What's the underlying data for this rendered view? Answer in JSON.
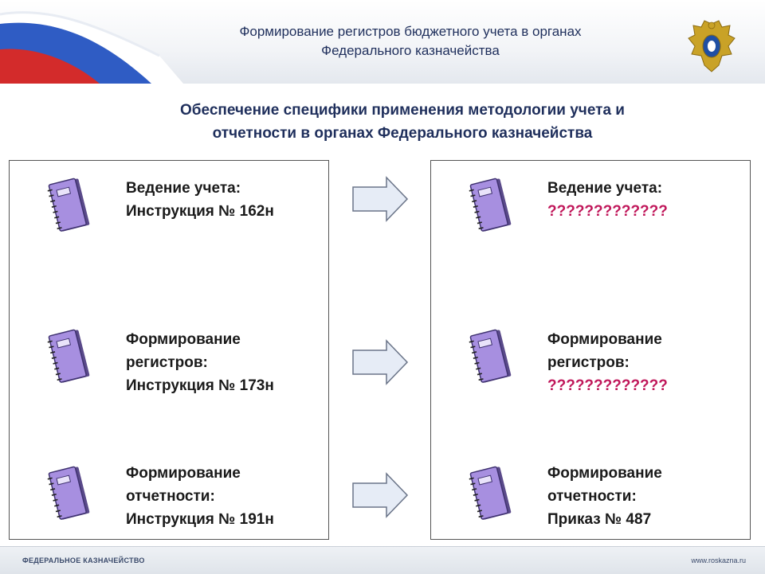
{
  "header": {
    "title_line1": "Формирование регистров бюджетного учета в органах",
    "title_line2": "Федерального казначейства"
  },
  "subtitle": {
    "line1": "Обеспечение специфики применения методологии учета и",
    "line2": "отчетности в органах Федерального казначейства"
  },
  "left_panel": {
    "items": [
      {
        "lines": [
          "Ведение учета:",
          "Инструкция № 162н"
        ]
      },
      {
        "lines": [
          "Формирование",
          "регистров:",
          "Инструкция № 173н"
        ]
      },
      {
        "lines": [
          "Формирование",
          "отчетности:",
          "Инструкция № 191н"
        ]
      }
    ]
  },
  "right_panel": {
    "items": [
      {
        "lines": [
          "Ведение учета:"
        ],
        "highlight": "?????????????"
      },
      {
        "lines": [
          "Формирование",
          "регистров:"
        ],
        "highlight": "?????????????"
      },
      {
        "lines": [
          "Формирование",
          "отчетности:",
          "Приказ № 487"
        ]
      }
    ]
  },
  "footer": {
    "left": "ФЕДЕРАЛЬНОЕ КАЗНАЧЕЙСТВО",
    "right": "www.roskazna.ru"
  },
  "colors": {
    "title": "#1f2f5c",
    "highlight": "#c0175a",
    "notebook": "#a78fe0",
    "arrow": "#e6ecf6"
  },
  "icons": [
    "flag-icon",
    "emblem-icon",
    "notebook-icon",
    "arrow-right-icon"
  ]
}
